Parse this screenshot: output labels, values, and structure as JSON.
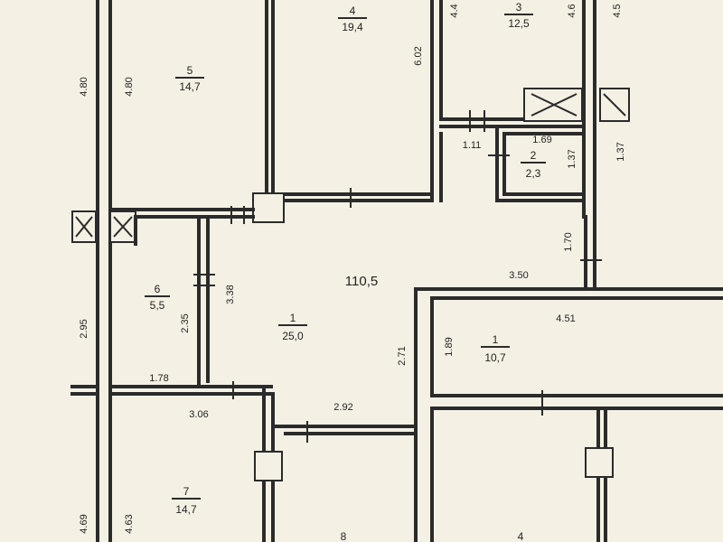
{
  "plan": {
    "total_area": "110,5",
    "rooms": [
      {
        "id": "r4-top",
        "number": "4",
        "area": "19,4"
      },
      {
        "id": "r3",
        "number": "3",
        "area": "12,5"
      },
      {
        "id": "r5",
        "number": "5",
        "area": "14,7"
      },
      {
        "id": "r2",
        "number": "2",
        "area": "2,3"
      },
      {
        "id": "r6",
        "number": "6",
        "area": "5,5"
      },
      {
        "id": "r1-main",
        "number": "1",
        "area": "25,0"
      },
      {
        "id": "r1-right",
        "number": "1",
        "area": "10,7"
      },
      {
        "id": "r7",
        "number": "7",
        "area": "14,7"
      },
      {
        "id": "r8",
        "number": "8",
        "area": ""
      },
      {
        "id": "r4-bottom",
        "number": "4",
        "area": ""
      }
    ],
    "dimensions": [
      {
        "id": "d-4-80-left",
        "text": "4.80"
      },
      {
        "id": "d-4-80-inner",
        "text": "4.80"
      },
      {
        "id": "d-6-02",
        "text": "6.02"
      },
      {
        "id": "d-4-4-top",
        "text": "4.4"
      },
      {
        "id": "d-4-6-top",
        "text": "4.6"
      },
      {
        "id": "d-4-5-edge",
        "text": "4.5"
      },
      {
        "id": "d-1-69",
        "text": "1.69"
      },
      {
        "id": "d-1-11",
        "text": "1.11"
      },
      {
        "id": "d-1-37-a",
        "text": "1.37"
      },
      {
        "id": "d-1-37-b",
        "text": "1.37"
      },
      {
        "id": "d-1-70",
        "text": "1.70"
      },
      {
        "id": "d-3-50",
        "text": "3.50"
      },
      {
        "id": "d-3-38",
        "text": "3.38"
      },
      {
        "id": "d-2-95",
        "text": "2.95"
      },
      {
        "id": "d-2-35",
        "text": "2.35"
      },
      {
        "id": "d-2-71",
        "text": "2.71"
      },
      {
        "id": "d-1-89",
        "text": "1.89"
      },
      {
        "id": "d-4-51",
        "text": "4.51"
      },
      {
        "id": "d-1-78",
        "text": "1.78"
      },
      {
        "id": "d-3-06",
        "text": "3.06"
      },
      {
        "id": "d-2-92",
        "text": "2.92"
      },
      {
        "id": "d-4-69",
        "text": "4.69"
      },
      {
        "id": "d-4-63",
        "text": "4.63"
      }
    ]
  },
  "colors": {
    "paper": "#f4f1e4",
    "ink": "#2b2b2b"
  }
}
